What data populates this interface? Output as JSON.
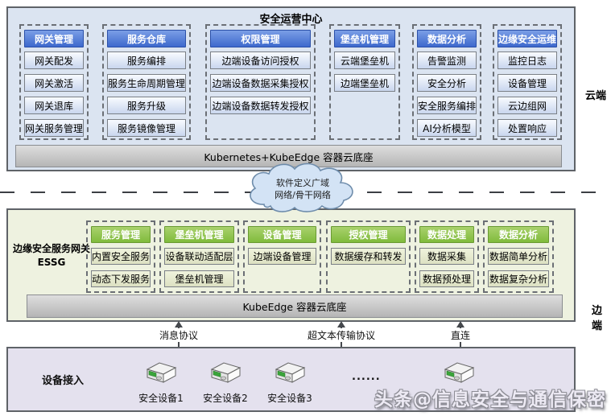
{
  "side_labels": {
    "cloud": "云端",
    "edge": "边端"
  },
  "cloud_layer": {
    "title": "安全运营中心",
    "groups": [
      {
        "title": "网关管理",
        "items": [
          "网关配发",
          "网关激活",
          "网关退库",
          "网关服务管理"
        ]
      },
      {
        "title": "服务仓库",
        "items": [
          "服务编排",
          "服务生命周期管理",
          "服务升级",
          "服务镜像管理"
        ]
      },
      {
        "title": "权限管理",
        "items": [
          "边端设备访问授权",
          "边端设备数据采集授权",
          "边端设备数据转发授权"
        ]
      },
      {
        "title": "堡垒机管理",
        "items": [
          "云端堡垒机",
          "边端堡垒机"
        ]
      },
      {
        "title": "数据分析",
        "items": [
          "告警监测",
          "安全分析",
          "安全服务编排",
          "AI分析模型"
        ]
      },
      {
        "title": "边缘安全运维",
        "items": [
          "监控日志",
          "设备管理",
          "云边组网",
          "处置响应"
        ]
      }
    ],
    "platform": "Kubernetes+KubeEdge 容器云底座"
  },
  "network_cloud": {
    "line1": "软件定义广域",
    "line2": "网络/骨干网络"
  },
  "edge_layer": {
    "title_line1": "边缘安全服务网关",
    "title_line2": "ESSG",
    "groups": [
      {
        "title": "服务管理",
        "items": [
          "内置安全服务",
          "动态下发服务"
        ]
      },
      {
        "title": "堡垒机管理",
        "items": [
          "设备联动适配层",
          "堡垒机管理"
        ]
      },
      {
        "title": "设备管理",
        "items": [
          "边端设备管理"
        ]
      },
      {
        "title": "授权管理",
        "items": [
          "数据缓存和转发"
        ]
      },
      {
        "title": "数据处理",
        "items": [
          "数据采集",
          "数据预处理"
        ]
      },
      {
        "title": "数据分析",
        "items": [
          "数据简单分析",
          "数据复杂分析"
        ]
      }
    ],
    "platform": "KubeEdge 容器云底座"
  },
  "connectors": [
    {
      "label": "消息协议"
    },
    {
      "label": "超文本传输协议"
    },
    {
      "label": "直连"
    }
  ],
  "device_layer": {
    "title": "设备接入",
    "devices": [
      "安全设备1",
      "安全设备2",
      "安全设备3"
    ],
    "ellipsis": "......"
  },
  "watermark": "头条@信息安全与通信保密",
  "colors": {
    "cloud_layer_bg": "#dbe4f1",
    "edge_layer_bg": "#eef2e0",
    "device_layer_bg": "#e4e1ee",
    "blue_header": "#4a74d4",
    "green_header": "#8cc152",
    "platform_bar": "#c4c4c4",
    "network_cloud_bg": "#d3e3f5",
    "device_icon_accent": "#3aa53a"
  }
}
